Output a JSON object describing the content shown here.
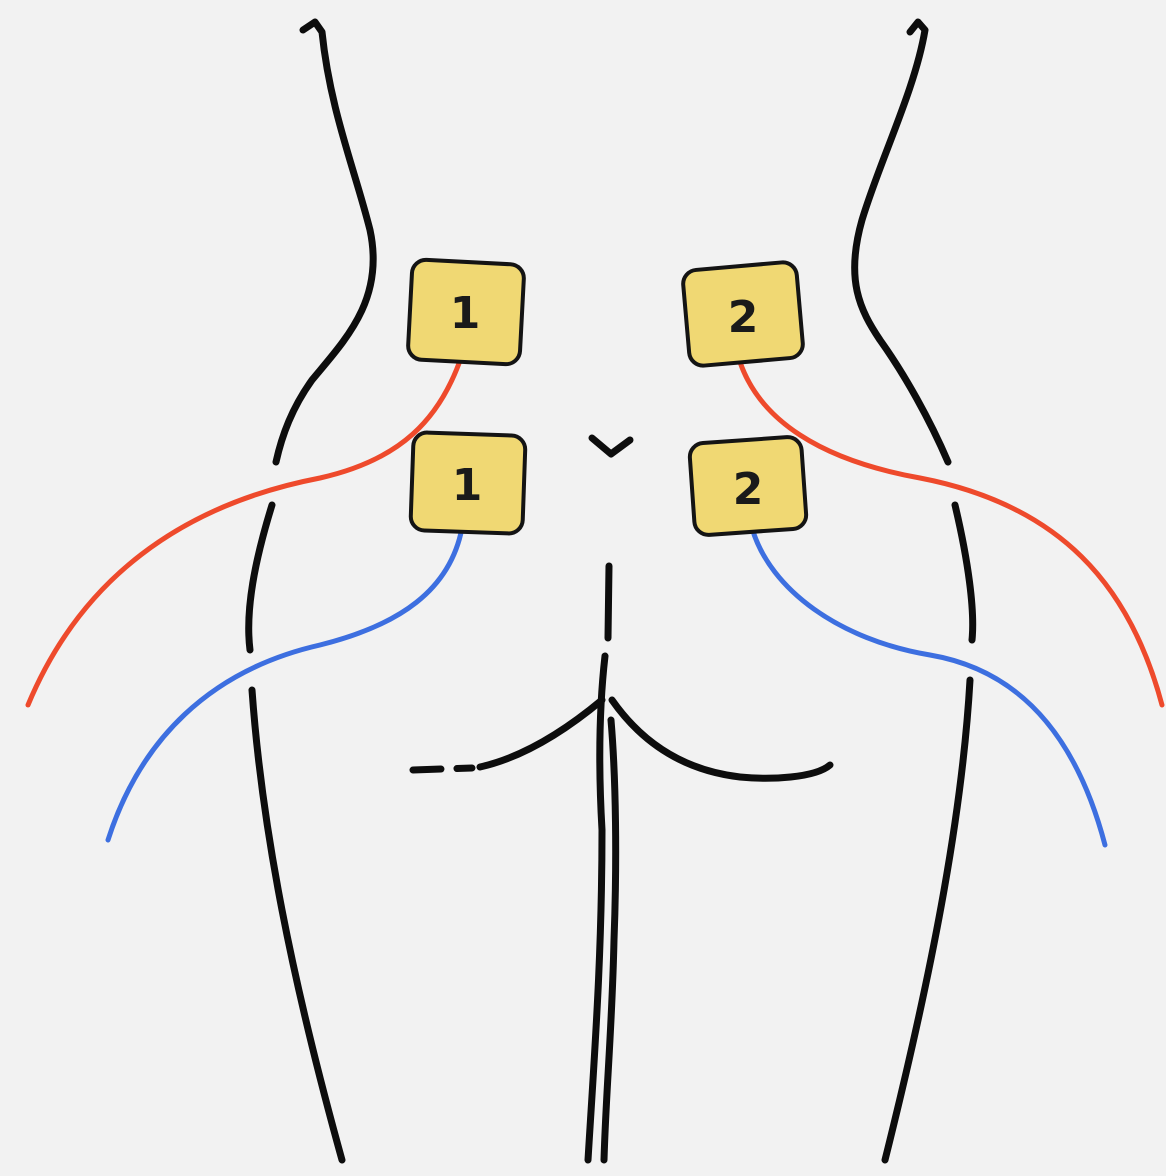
{
  "colors": {
    "background": "#f2f2f2",
    "outline": "#0d0d0d",
    "pad_fill": "#f0d873",
    "lead_red": "#ee4a2c",
    "lead_blue": "#3d6fe0"
  },
  "electrodes": [
    {
      "id": "left-upper",
      "label": "1",
      "lead_color": "red"
    },
    {
      "id": "left-lower",
      "label": "1",
      "lead_color": "blue"
    },
    {
      "id": "right-upper",
      "label": "2",
      "lead_color": "red"
    },
    {
      "id": "right-lower",
      "label": "2",
      "lead_color": "blue"
    }
  ]
}
